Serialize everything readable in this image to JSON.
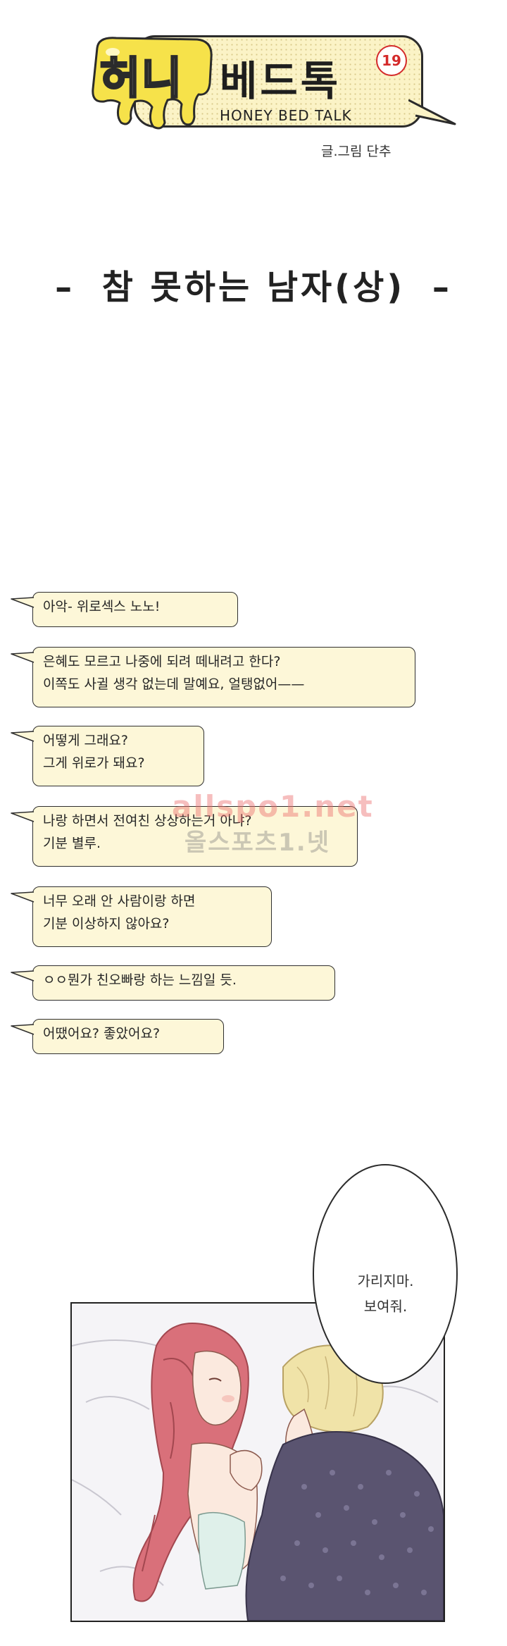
{
  "header": {
    "logo_honey": "허니",
    "logo_bedtalk": "베드톡",
    "badge": "19",
    "logo_english": "HONEY BED TALK",
    "credit": "글.그림 단추"
  },
  "episode_title": "참 못하는 남자(상)",
  "episode_dash": "–",
  "chat": [
    {
      "lines": [
        "아악- 위로섹스 노노!"
      ]
    },
    {
      "lines": [
        "은혜도 모르고 나중에 되려 떼내려고 한다?",
        "이쪽도 사귈 생각 없는데 말예요, 얼탱없어——"
      ]
    },
    {
      "lines": [
        "어떻게 그래요?",
        "그게 위로가 돼요?"
      ]
    },
    {
      "lines": [
        "나랑 하면서 전여친 상상하는거 아냐?",
        "기분 별루."
      ]
    },
    {
      "lines": [
        "너무 오래 안 사람이랑 하면",
        "기분 이상하지 않아요?"
      ]
    },
    {
      "lines": [
        "ㅇㅇ뭔가 친오빠랑 하는 느낌일 듯."
      ]
    },
    {
      "lines": [
        "어땠어요? 좋았어요?"
      ]
    }
  ],
  "watermark": {
    "line1": "allspo1.net",
    "line2": "올스포츠1.넷"
  },
  "speech": {
    "line1": "가리지마.",
    "line2": "보여줘."
  },
  "colors": {
    "bubble_fill": "#fdf7d8",
    "honey_yellow": "#f6e24a",
    "hair_pink": "#d9707a",
    "hair_blond": "#f0e3a8",
    "shirt_purple": "#5a5470"
  }
}
